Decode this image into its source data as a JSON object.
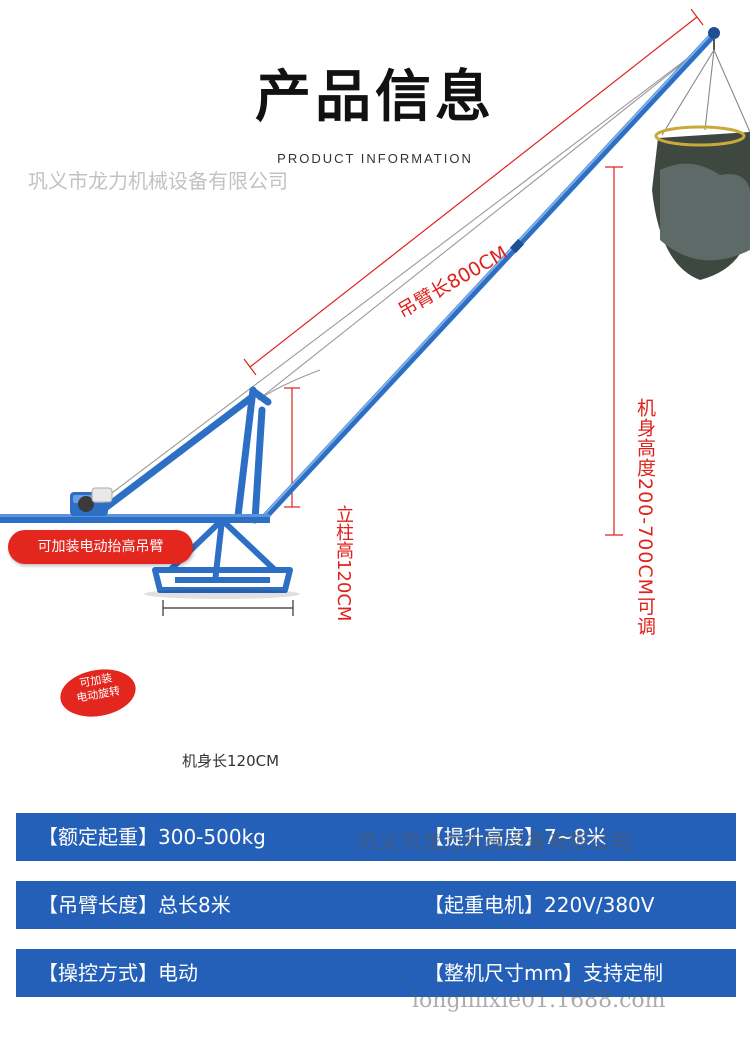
{
  "header": {
    "title": "产品信息",
    "subtitle": "PRODUCT INFORMATION"
  },
  "watermarks": {
    "top": "巩义市龙力机械设备有限公司",
    "mid": "巩义市龙力机械设备有限公司",
    "bottom": "longliiixie01.1688.com"
  },
  "diagram": {
    "arm_length": "吊臂长800CM",
    "post_height": "立柱高120CM",
    "body_height": "机身高度200-700CM可调",
    "body_length": "机身长120CM",
    "callout_lift_arm": "可加装电动抬高吊臂",
    "callout_rotate_line1": "可加装",
    "callout_rotate_line2": "电动旋转"
  },
  "specs": [
    {
      "left": "【额定起重】300-500kg",
      "right": "【提升高度】7~8米"
    },
    {
      "left": "【吊臂长度】总长8米",
      "right": "【起重电机】220V/380V"
    },
    {
      "left": "【操控方式】电动",
      "right": "【整机尺寸mm】支持定制"
    }
  ],
  "colors": {
    "accent_red": "#e3261e",
    "spec_bar_blue": "#2560b8",
    "crane_blue": "#2d6fc4"
  }
}
